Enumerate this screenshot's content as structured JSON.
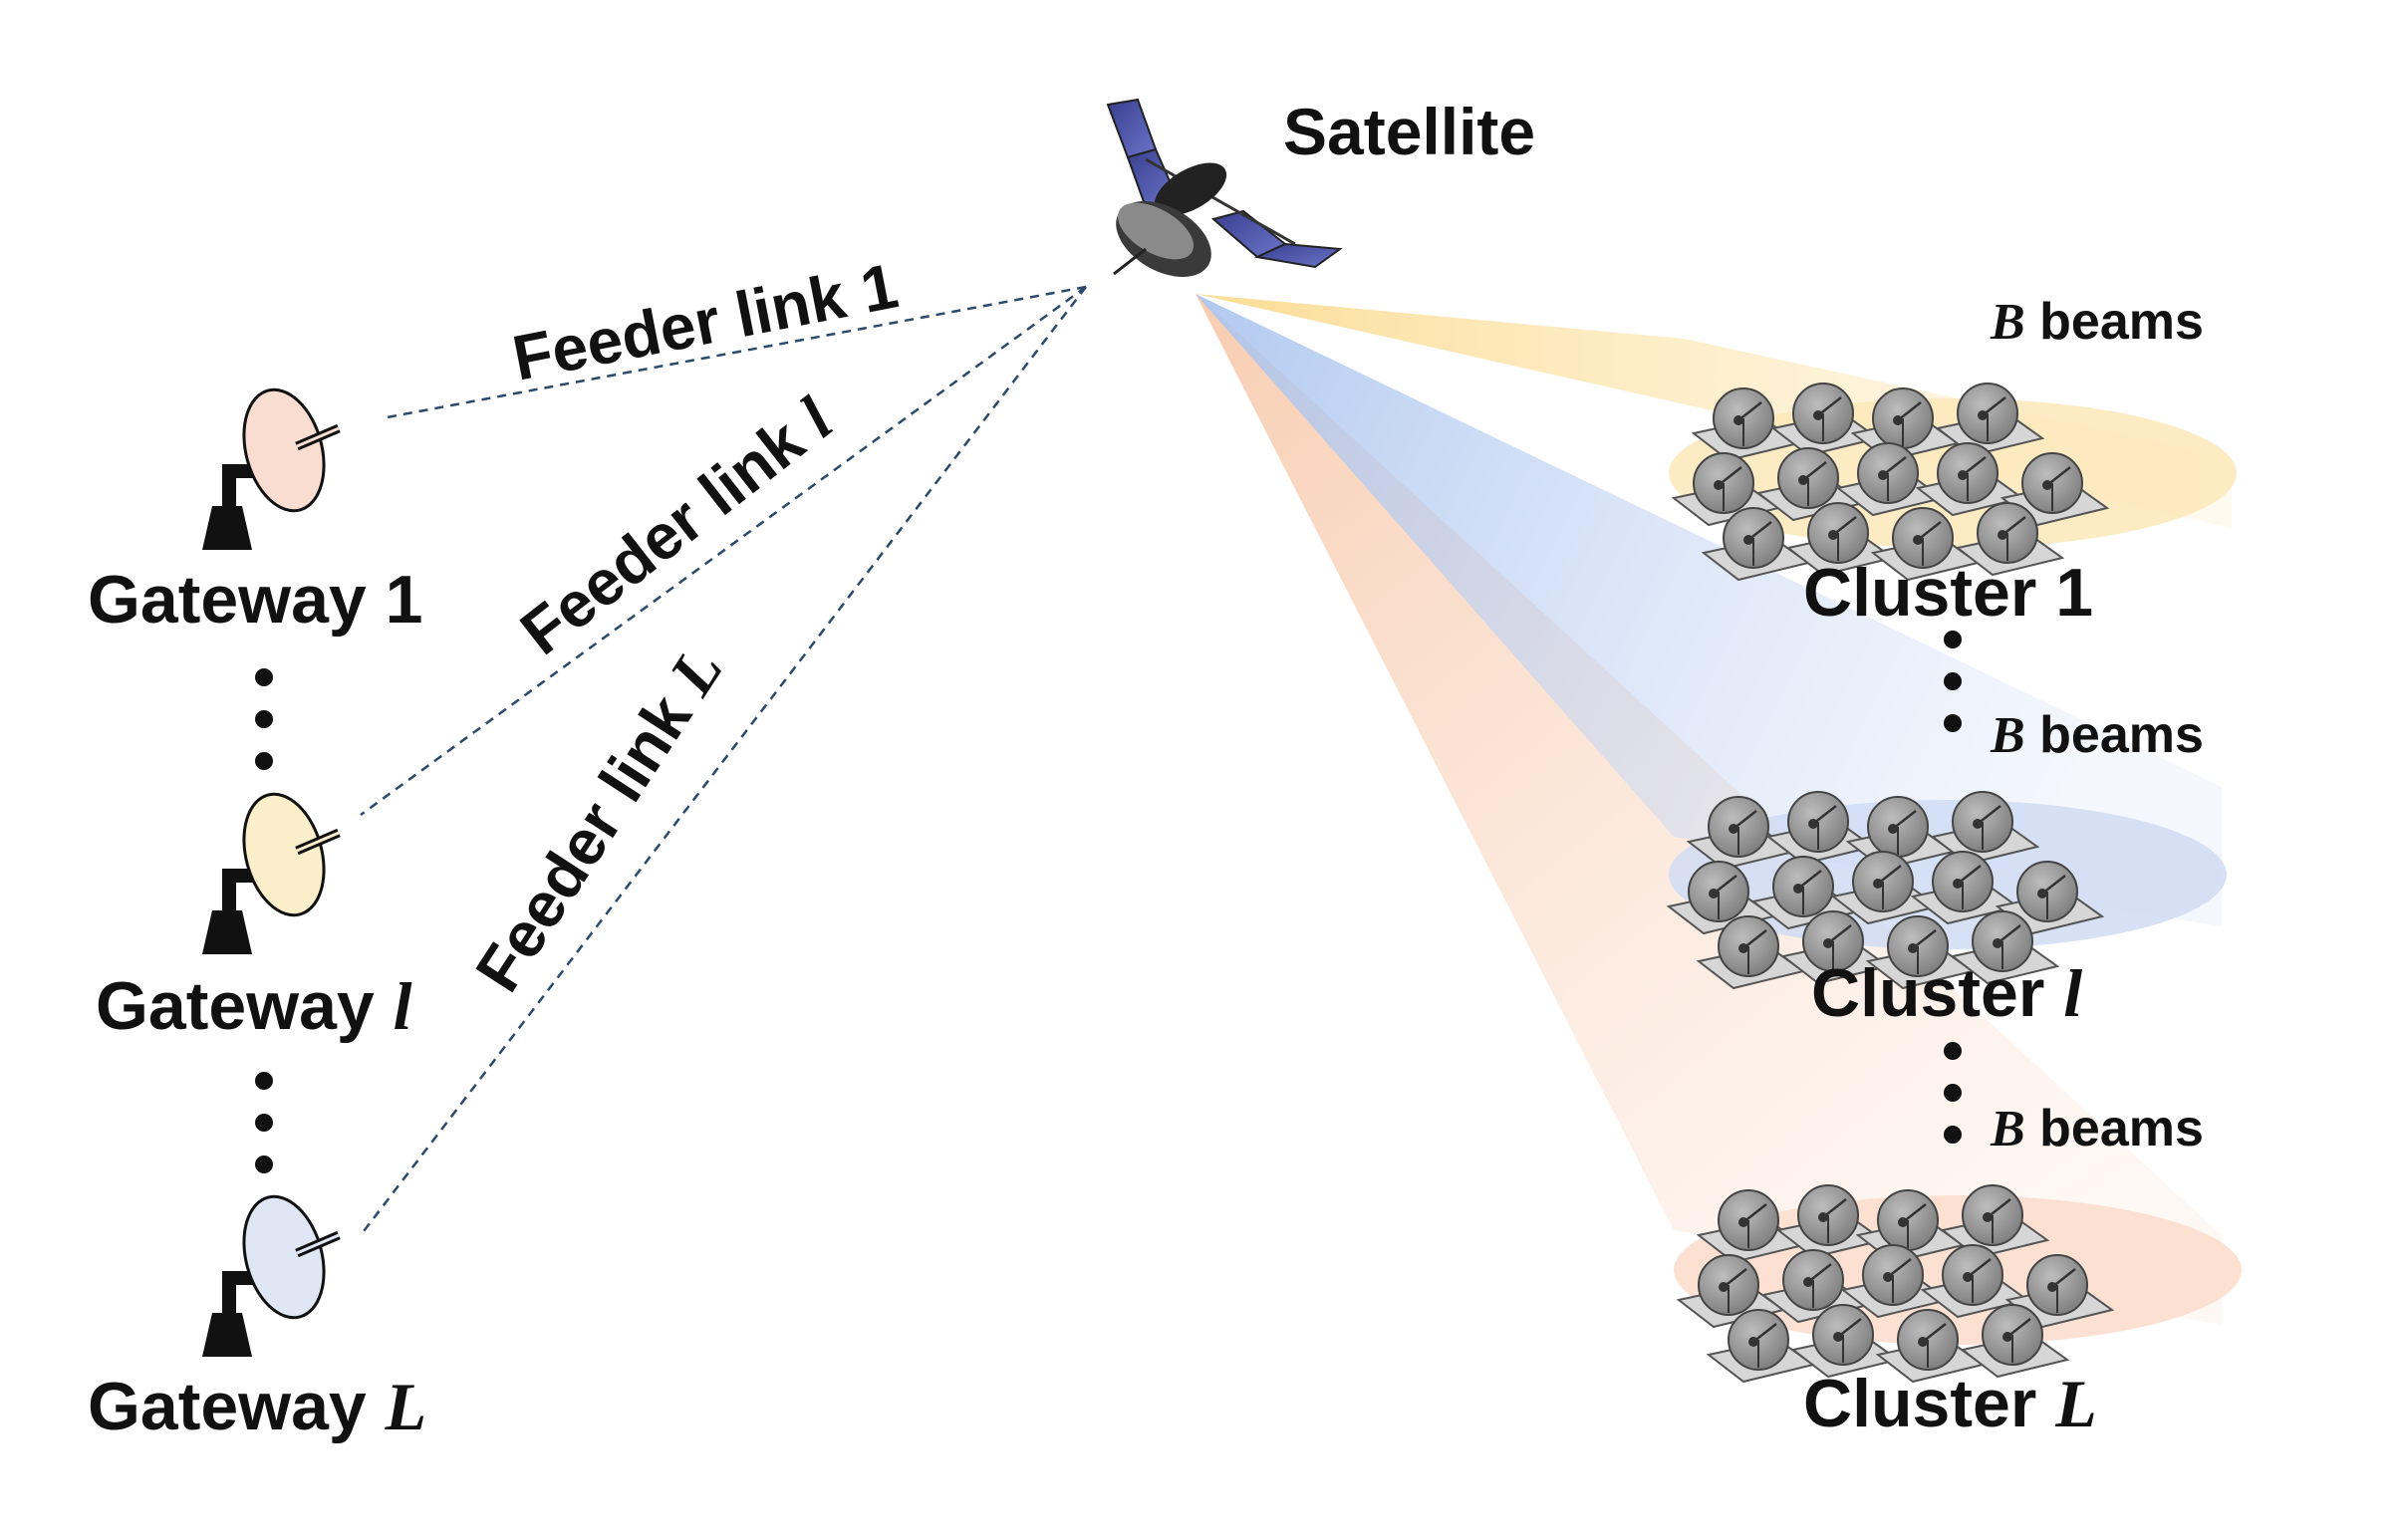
{
  "satellite": {
    "label": "Satellite"
  },
  "feeder_links": [
    {
      "prefix": "Feeder link ",
      "index": "1",
      "index_italic": false
    },
    {
      "prefix": "Feeder link ",
      "index": "l",
      "index_italic": true
    },
    {
      "prefix": "Feeder link ",
      "index": "L",
      "index_italic": true
    }
  ],
  "gateways": [
    {
      "prefix": "Gateway ",
      "index": "1",
      "index_italic": false,
      "dish_color": "#f9ddd0"
    },
    {
      "prefix": "Gateway ",
      "index": "l",
      "index_italic": true,
      "dish_color": "#fbeecb"
    },
    {
      "prefix": "Gateway ",
      "index": "L",
      "index_italic": true,
      "dish_color": "#dfe6f4"
    }
  ],
  "clusters": [
    {
      "prefix": "Cluster ",
      "index": "1",
      "index_italic": false,
      "beams_symbol": "B",
      "beams_text": " beams",
      "ground_color": "#fde8b8"
    },
    {
      "prefix": "Cluster ",
      "index": "l",
      "index_italic": true,
      "beams_symbol": "B",
      "beams_text": " beams",
      "ground_color": "#cfdcf3"
    },
    {
      "prefix": "Cluster ",
      "index": "L",
      "index_italic": true,
      "beams_symbol": "B",
      "beams_text": " beams",
      "ground_color": "#fbdccb"
    }
  ],
  "colors": {
    "feeder_link_line": "#2b4a6b",
    "beam_yellow": "#fce7b0",
    "beam_blue": "#c9d9f2",
    "beam_orange": "#f9d7c2",
    "terminal_gray": "#9a9a9a"
  }
}
